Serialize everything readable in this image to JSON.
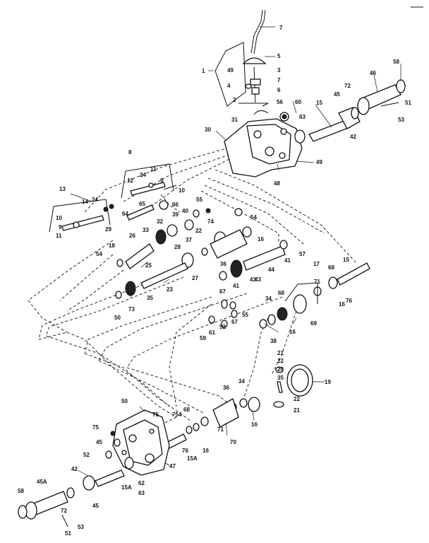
{
  "labels": [
    {
      "text": "7"
    },
    {
      "text": "5"
    },
    {
      "text": "3"
    },
    {
      "text": "7"
    },
    {
      "text": "6"
    },
    {
      "text": "1"
    },
    {
      "text": "49"
    },
    {
      "text": "4"
    },
    {
      "text": "2"
    },
    {
      "text": "58"
    },
    {
      "text": "46"
    },
    {
      "text": "72"
    },
    {
      "text": "45"
    },
    {
      "text": "15"
    },
    {
      "text": "60"
    },
    {
      "text": "56"
    },
    {
      "text": "63"
    },
    {
      "text": "51"
    },
    {
      "text": "53"
    },
    {
      "text": "42"
    },
    {
      "text": "31"
    },
    {
      "text": "30"
    },
    {
      "text": "49"
    },
    {
      "text": "48"
    },
    {
      "text": "8"
    },
    {
      "text": "12"
    },
    {
      "text": "24"
    },
    {
      "text": "11"
    },
    {
      "text": "9"
    },
    {
      "text": "10"
    },
    {
      "text": "13"
    },
    {
      "text": "14"
    },
    {
      "text": "24"
    },
    {
      "text": "10"
    },
    {
      "text": "9"
    },
    {
      "text": "11"
    },
    {
      "text": "29"
    },
    {
      "text": "65"
    },
    {
      "text": "66"
    },
    {
      "text": "55"
    },
    {
      "text": "64"
    },
    {
      "text": "40"
    },
    {
      "text": "74"
    },
    {
      "text": "39"
    },
    {
      "text": "32"
    },
    {
      "text": "33"
    },
    {
      "text": "26"
    },
    {
      "text": "22"
    },
    {
      "text": "16"
    },
    {
      "text": "54"
    },
    {
      "text": "54"
    },
    {
      "text": "18"
    },
    {
      "text": "28"
    },
    {
      "text": "37"
    },
    {
      "text": "25"
    },
    {
      "text": "27"
    },
    {
      "text": "36"
    },
    {
      "text": "43"
    },
    {
      "text": "44"
    },
    {
      "text": "41"
    },
    {
      "text": "57"
    },
    {
      "text": "23"
    },
    {
      "text": "73"
    },
    {
      "text": "35"
    },
    {
      "text": "50"
    },
    {
      "text": "67"
    },
    {
      "text": "41"
    },
    {
      "text": "55"
    },
    {
      "text": "43"
    },
    {
      "text": "15"
    },
    {
      "text": "17"
    },
    {
      "text": "68"
    },
    {
      "text": "71"
    },
    {
      "text": "16"
    },
    {
      "text": "76"
    },
    {
      "text": "34"
    },
    {
      "text": "68"
    },
    {
      "text": "16"
    },
    {
      "text": "69"
    },
    {
      "text": "38"
    },
    {
      "text": "59"
    },
    {
      "text": "61"
    },
    {
      "text": "52"
    },
    {
      "text": "67"
    },
    {
      "text": "21"
    },
    {
      "text": "22"
    },
    {
      "text": "20"
    },
    {
      "text": "35"
    },
    {
      "text": "19"
    },
    {
      "text": "22"
    },
    {
      "text": "21"
    },
    {
      "text": "50"
    },
    {
      "text": "75"
    },
    {
      "text": "754"
    },
    {
      "text": "68"
    },
    {
      "text": "34"
    },
    {
      "text": "36"
    },
    {
      "text": "16"
    },
    {
      "text": "71"
    },
    {
      "text": "70"
    },
    {
      "text": "75"
    },
    {
      "text": "45"
    },
    {
      "text": "52"
    },
    {
      "text": "76"
    },
    {
      "text": "16"
    },
    {
      "text": "15A"
    },
    {
      "text": "47"
    },
    {
      "text": "62"
    },
    {
      "text": "63"
    },
    {
      "text": "42"
    },
    {
      "text": "45A"
    },
    {
      "text": "15A"
    },
    {
      "text": "58"
    },
    {
      "text": "72"
    },
    {
      "text": "45"
    },
    {
      "text": "53"
    },
    {
      "text": "51"
    }
  ]
}
